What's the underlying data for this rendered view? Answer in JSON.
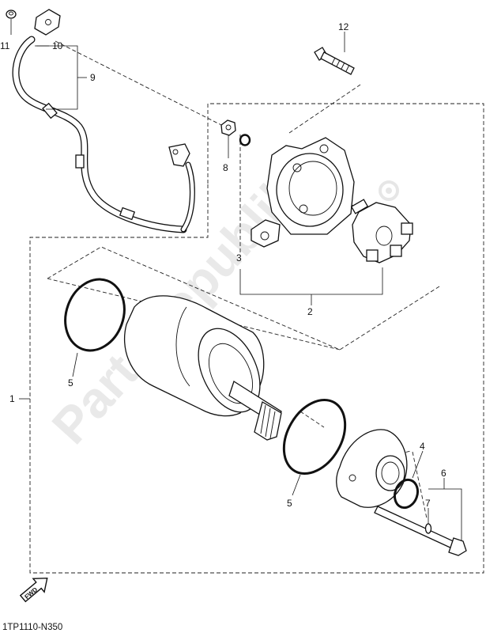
{
  "watermark": "PartsRepublik",
  "figure_code": "1TP1110-N350",
  "fwd_badge": "FWD",
  "callouts": {
    "c1": "1",
    "c2": "2",
    "c3": "3",
    "c4": "4",
    "c5a": "5",
    "c5b": "5",
    "c6": "6",
    "c7": "7",
    "c8": "8",
    "c9": "9",
    "c10": "10",
    "c11": "11",
    "c12": "12"
  },
  "colors": {
    "line": "#111111",
    "watermark": "#d8d8d8",
    "background": "#ffffff"
  }
}
